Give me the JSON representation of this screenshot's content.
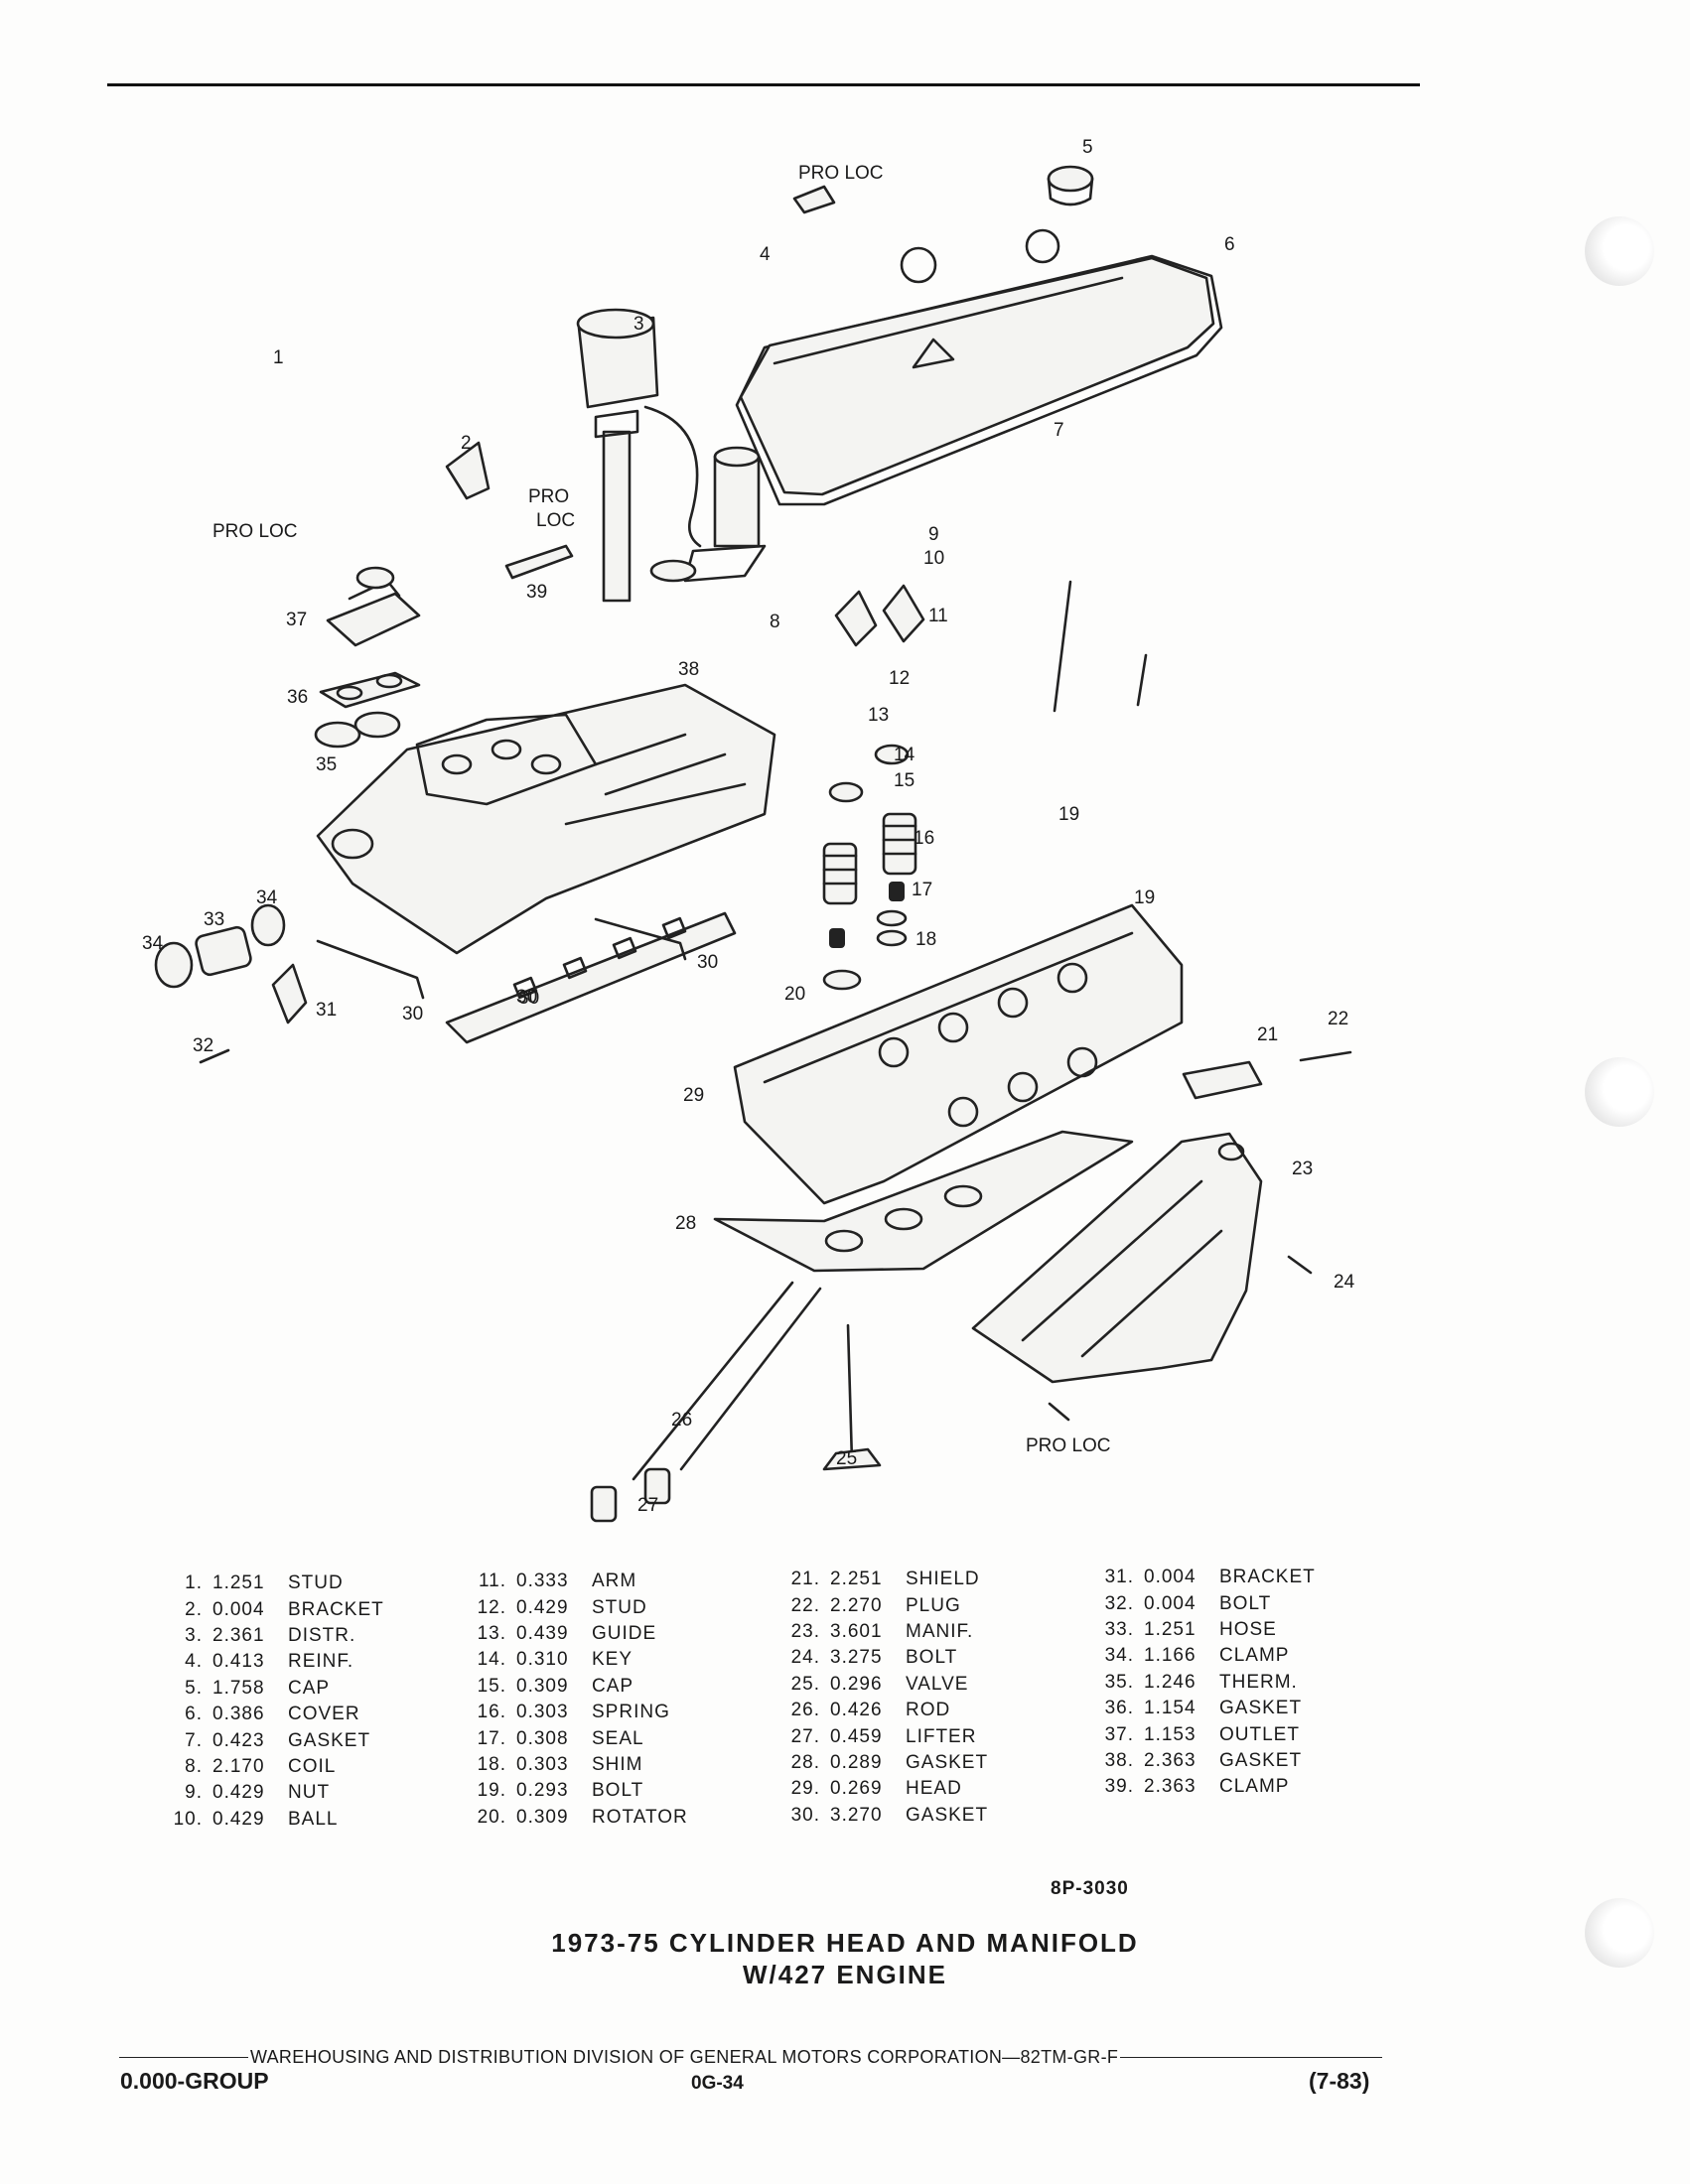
{
  "diagram": {
    "callouts": [
      "1",
      "2",
      "3",
      "4",
      "5",
      "6",
      "7",
      "8",
      "9",
      "10",
      "11",
      "12",
      "13",
      "14",
      "15",
      "16",
      "17",
      "18",
      "19",
      "19",
      "20",
      "21",
      "22",
      "23",
      "24",
      "25",
      "26",
      "27",
      "28",
      "29",
      "30",
      "30",
      "30",
      "30",
      "31",
      "32",
      "33",
      "34",
      "34",
      "35",
      "36",
      "37",
      "38",
      "39"
    ],
    "pro_loc_labels": [
      "PRO LOC",
      "PRO LOC",
      "PRO LOC"
    ],
    "pro_loc_split": [
      "PRO",
      "LOC"
    ]
  },
  "parts": [
    {
      "no": "1.",
      "qty": "1.251",
      "name": "STUD"
    },
    {
      "no": "2.",
      "qty": "0.004",
      "name": "BRACKET"
    },
    {
      "no": "3.",
      "qty": "2.361",
      "name": "DISTR."
    },
    {
      "no": "4.",
      "qty": "0.413",
      "name": "REINF."
    },
    {
      "no": "5.",
      "qty": "1.758",
      "name": "CAP"
    },
    {
      "no": "6.",
      "qty": "0.386",
      "name": "COVER"
    },
    {
      "no": "7.",
      "qty": "0.423",
      "name": "GASKET"
    },
    {
      "no": "8.",
      "qty": "2.170",
      "name": "COIL"
    },
    {
      "no": "9.",
      "qty": "0.429",
      "name": "NUT"
    },
    {
      "no": "10.",
      "qty": "0.429",
      "name": "BALL"
    },
    {
      "no": "11.",
      "qty": "0.333",
      "name": "ARM"
    },
    {
      "no": "12.",
      "qty": "0.429",
      "name": "STUD"
    },
    {
      "no": "13.",
      "qty": "0.439",
      "name": "GUIDE"
    },
    {
      "no": "14.",
      "qty": "0.310",
      "name": "KEY"
    },
    {
      "no": "15.",
      "qty": "0.309",
      "name": "CAP"
    },
    {
      "no": "16.",
      "qty": "0.303",
      "name": "SPRING"
    },
    {
      "no": "17.",
      "qty": "0.308",
      "name": "SEAL"
    },
    {
      "no": "18.",
      "qty": "0.303",
      "name": "SHIM"
    },
    {
      "no": "19.",
      "qty": "0.293",
      "name": "BOLT"
    },
    {
      "no": "20.",
      "qty": "0.309",
      "name": "ROTATOR"
    },
    {
      "no": "21.",
      "qty": "2.251",
      "name": "SHIELD"
    },
    {
      "no": "22.",
      "qty": "2.270",
      "name": "PLUG"
    },
    {
      "no": "23.",
      "qty": "3.601",
      "name": "MANIF."
    },
    {
      "no": "24.",
      "qty": "3.275",
      "name": "BOLT"
    },
    {
      "no": "25.",
      "qty": "0.296",
      "name": "VALVE"
    },
    {
      "no": "26.",
      "qty": "0.426",
      "name": "ROD"
    },
    {
      "no": "27.",
      "qty": "0.459",
      "name": "LIFTER"
    },
    {
      "no": "28.",
      "qty": "0.289",
      "name": "GASKET"
    },
    {
      "no": "29.",
      "qty": "0.269",
      "name": "HEAD"
    },
    {
      "no": "30.",
      "qty": "3.270",
      "name": "GASKET"
    },
    {
      "no": "31.",
      "qty": "0.004",
      "name": "BRACKET"
    },
    {
      "no": "32.",
      "qty": "0.004",
      "name": "BOLT"
    },
    {
      "no": "33.",
      "qty": "1.251",
      "name": "HOSE"
    },
    {
      "no": "34.",
      "qty": "1.166",
      "name": "CLAMP"
    },
    {
      "no": "35.",
      "qty": "1.246",
      "name": "THERM."
    },
    {
      "no": "36.",
      "qty": "1.154",
      "name": "GASKET"
    },
    {
      "no": "37.",
      "qty": "1.153",
      "name": "OUTLET"
    },
    {
      "no": "38.",
      "qty": "2.363",
      "name": "GASKET"
    },
    {
      "no": "39.",
      "qty": "2.363",
      "name": "CLAMP"
    }
  ],
  "figure_code": "8P-3030",
  "title": {
    "line1": "1973-75 CYLINDER HEAD AND MANIFOLD",
    "line2": "W/427 ENGINE"
  },
  "footer": {
    "division": "WAREHOUSING AND DISTRIBUTION DIVISION OF GENERAL MOTORS CORPORATION—82TM-GR-F",
    "group": "0.000-GROUP",
    "page": "0G-34",
    "date": "(7-83)"
  }
}
